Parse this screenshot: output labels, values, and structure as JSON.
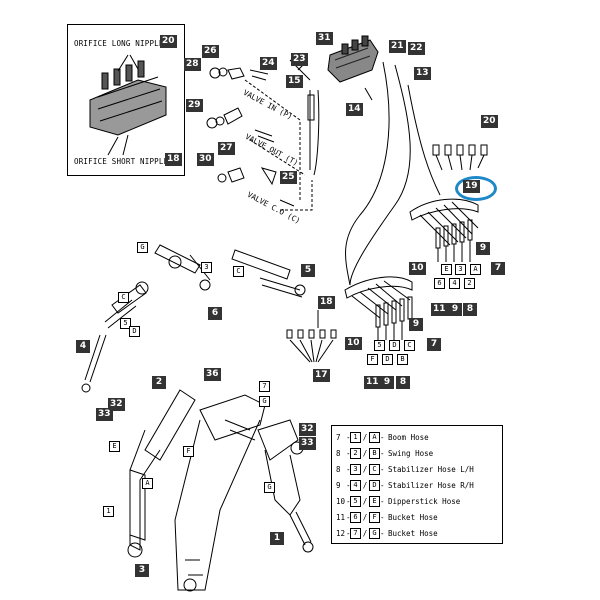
{
  "inset": {
    "top_label": "ORIFICE LONG NIPPLE",
    "top_num": "20",
    "bottom_label": "ORIFICE SHORT NIPPLE",
    "bottom_num": "18"
  },
  "valve_labels": {
    "in": "VALVE IN (P)",
    "out": "VALVE OUT (T)",
    "co": "VALVE C.O (C)"
  },
  "callouts": {
    "c31": "31",
    "c21": "21",
    "c22": "22",
    "c13": "13",
    "c14": "14",
    "c26": "26",
    "c24": "24",
    "c28": "28",
    "c23": "23",
    "c15": "15",
    "c29": "29",
    "c27": "27",
    "c30": "30",
    "c25": "25",
    "c20": "20",
    "c19": "19",
    "c9a": "9",
    "c10a": "10",
    "c7a": "7",
    "c11a": "11",
    "c9b": "9",
    "c8a": "8",
    "c5": "5",
    "c6": "6",
    "c18": "18",
    "c9c": "9",
    "c10b": "10",
    "c7b": "7",
    "c11b": "11",
    "c9d": "9",
    "c8b": "8",
    "c4": "4",
    "c17": "17",
    "c2": "2",
    "c36": "36",
    "c32a": "32",
    "c33a": "33",
    "c32b": "32",
    "c33b": "33",
    "c1": "1",
    "c3": "3"
  },
  "tags": {
    "t1_top": "E",
    "t3_top": "3",
    "tA_top": "A",
    "t6_top": "6",
    "t4_top": "4",
    "t2_top": "2",
    "t5_mid": "5",
    "tD_mid": "D",
    "tC_mid": "C",
    "tF_mid": "F",
    "tD2_mid": "D",
    "tB_mid": "B",
    "tG_a": "G",
    "tC_a": "C",
    "t3_a": "3",
    "tC_b": "C",
    "t5_b": "5",
    "tD_b": "D",
    "tE_a": "E",
    "t1_a": "1",
    "tA_a": "A",
    "t7_a": "7",
    "tG_b": "G",
    "tF_a": "F",
    "tG_c": "G"
  },
  "legend": {
    "rows": [
      {
        "num": "7",
        "a": "1",
        "b": "A",
        "label": "Boom Hose"
      },
      {
        "num": "8",
        "a": "2",
        "b": "B",
        "label": "Swing Hose"
      },
      {
        "num": "8",
        "a": "3",
        "b": "C",
        "label": "Stabilizer Hose L/H"
      },
      {
        "num": "9",
        "a": "4",
        "b": "D",
        "label": "Stabilizer Hose R/H"
      },
      {
        "num": "10",
        "a": "5",
        "b": "E",
        "label": "Dipperstick Hose"
      },
      {
        "num": "11",
        "a": "6",
        "b": "F",
        "label": "Bucket Hose"
      },
      {
        "num": "12",
        "a": "7",
        "b": "G",
        "label": "Bucket Hose"
      }
    ]
  },
  "colors": {
    "highlight": "#1e88c8",
    "callout_bg": "#333333",
    "line": "#000000"
  }
}
